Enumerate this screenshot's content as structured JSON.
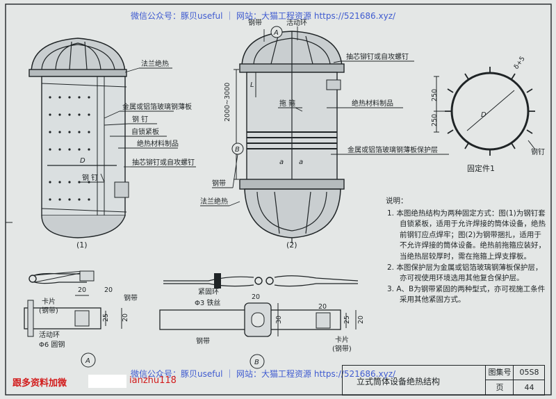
{
  "watermark": {
    "top": "微信公众号：豚贝useful ｜ 网站：大猫工程资源 https://521686.xyz/",
    "bottom": "微信公众号：豚贝useful ｜ 网站：大猫工程资源 https://521686.xyz/"
  },
  "fig1": {
    "label": "(1)",
    "callouts": [
      "法兰绝热",
      "金属或铝箔玻璃钢薄板",
      "钢 钉",
      "自锁紧板",
      "绝热材料制品",
      "抽芯铆钉或自攻螺钉",
      "钢 钉"
    ],
    "dim_d": "D"
  },
  "fig2": {
    "label": "(2)",
    "callouts": [
      "钢带",
      "活动环",
      "抽芯铆钉或自攻螺钉",
      "绝热材料制品",
      "拖 箍",
      "金属或铝箔玻璃钢薄板保护层",
      "钢带",
      "法兰绝热"
    ],
    "marker_a": "A",
    "marker_b": "B",
    "dim_height": "2000~3000",
    "dim_l": "L",
    "dim_a1": "a",
    "dim_a2": "a"
  },
  "fixture": {
    "caption": "固定件1",
    "d": "D",
    "dim1": "250",
    "dim2": "250",
    "dim3": "δ+5",
    "callout": "钢钉"
  },
  "detail_a": {
    "marker": "A",
    "labels": [
      "卡片",
      "(钢带)",
      "活动环",
      "Φ6 圆钢",
      "钢带"
    ],
    "dims": [
      "20",
      "20",
      "25",
      "20"
    ]
  },
  "detail_b": {
    "marker": "B",
    "labels": [
      "紧固环",
      "Φ3 铁丝",
      "钢带",
      "卡片",
      "(钢带)"
    ],
    "dims": [
      "20",
      "30",
      "20",
      "25",
      "20"
    ]
  },
  "notes": {
    "heading": "说明：",
    "items": [
      "1. 本图绝热结构为两种固定方式：图(1)为钢钉套自锁紧板，适用于允许焊接的筒体设备，绝热前钢钉应点焊牢；图(2)为钢带捆扎，适用于不允许焊接的筒体设备。绝热前拖箍应装好，当绝热层较厚时，需在拖箍上焊支撑板。",
      "2. 本图保护层为金属或铝箔玻璃钢薄板保护层，亦可视使用环境选用其他复合保护层。",
      "3. A、B为钢带紧固的两种型式，亦可视施工条件采用其他紧固方式。"
    ]
  },
  "title_block": {
    "title": "立式筒体设备绝热结构",
    "atlas_label": "图集号",
    "atlas_no": "05S8",
    "page_label": "页",
    "page_no": "44"
  },
  "promo": {
    "text": "跟多资料加微",
    "id_suffix": "ianzhu118"
  }
}
